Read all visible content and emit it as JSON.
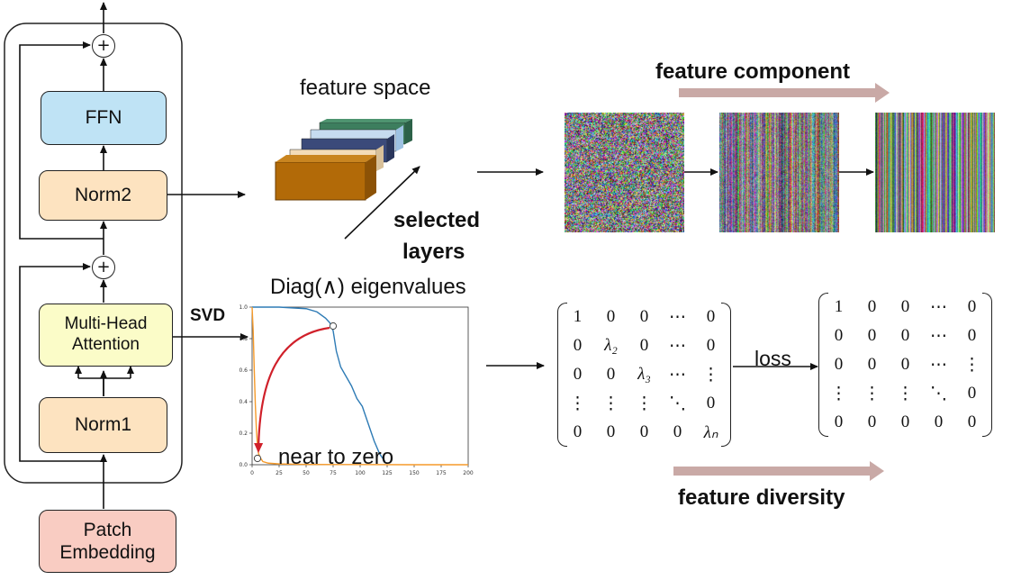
{
  "blocks": {
    "ffn": "FFN",
    "norm2": "Norm2",
    "mha_line1": "Multi-Head",
    "mha_line2": "Attention",
    "norm1": "Norm1",
    "patch_line1": "Patch",
    "patch_line2": "Embedding",
    "plus_symbol": "+"
  },
  "labels": {
    "svd": "SVD",
    "feature_space": "feature space",
    "selected_layers_1": "selected",
    "selected_layers_2": "layers",
    "diag_eigen": "Diag(∧) eigenvalues",
    "feature_component": "feature component",
    "loss": "loss",
    "near_zero": "near to zero",
    "feature_diversity": "feature diversity"
  },
  "matrix_left": [
    [
      "1",
      "0",
      "0",
      "⋯",
      "0"
    ],
    [
      "0",
      "λ₂",
      "0",
      "⋯",
      "0"
    ],
    [
      "0",
      "0",
      "λ₃",
      "⋯",
      "⋮"
    ],
    [
      "⋮",
      "⋮",
      "⋮",
      "⋱",
      "0"
    ],
    [
      "0",
      "0",
      "0",
      "0",
      "λₙ"
    ]
  ],
  "matrix_right": [
    [
      "1",
      "0",
      "0",
      "⋯",
      "0"
    ],
    [
      "0",
      "0",
      "0",
      "⋯",
      "0"
    ],
    [
      "0",
      "0",
      "0",
      "⋯",
      "⋮"
    ],
    [
      "⋮",
      "⋮",
      "⋮",
      "⋱",
      "0"
    ],
    [
      "0",
      "0",
      "0",
      "0",
      "0"
    ]
  ],
  "colors": {
    "ffn": "#bfe3f5",
    "norm": "#fde3c0",
    "mha": "#fbfcc8",
    "patch": "#f9ccc2",
    "gradient_arrow": "#c9a9a6",
    "orange_curve": "#f59a2a",
    "blue_curve": "#2e7bb5",
    "red_arrow": "#d0202a"
  },
  "chart_data": {
    "type": "line",
    "xlim": [
      0,
      200
    ],
    "ylim": [
      0.0,
      1.0
    ],
    "x_ticks": [
      "0",
      "25",
      "50",
      "75",
      "100",
      "125",
      "150",
      "175",
      "200"
    ],
    "y_ticks": [
      "0.0",
      "0.2",
      "0.4",
      "0.6",
      "0.8",
      "1.0"
    ],
    "series": [
      {
        "name": "",
        "color": "#2e7bb5",
        "x": [
          0,
          25,
          50,
          60,
          68,
          72,
          75,
          78,
          82,
          87,
          92,
          97,
          102,
          108,
          113,
          118,
          123
        ],
        "y": [
          1.0,
          1.0,
          0.99,
          0.97,
          0.93,
          0.9,
          0.85,
          0.72,
          0.62,
          0.56,
          0.5,
          0.42,
          0.37,
          0.25,
          0.15,
          0.07,
          0.02
        ]
      },
      {
        "name": "",
        "color": "#f59a2a",
        "x": [
          0,
          1,
          2,
          3,
          4,
          5,
          6,
          8,
          10,
          15,
          25,
          50,
          100,
          150,
          200
        ],
        "y": [
          1.0,
          0.85,
          0.6,
          0.38,
          0.22,
          0.12,
          0.07,
          0.04,
          0.02,
          0.01,
          0.005,
          0.002,
          0.001,
          0.0,
          0.0
        ]
      }
    ],
    "markers": [
      {
        "x": 75,
        "y": 0.88
      },
      {
        "x": 5,
        "y": 0.04
      }
    ]
  }
}
